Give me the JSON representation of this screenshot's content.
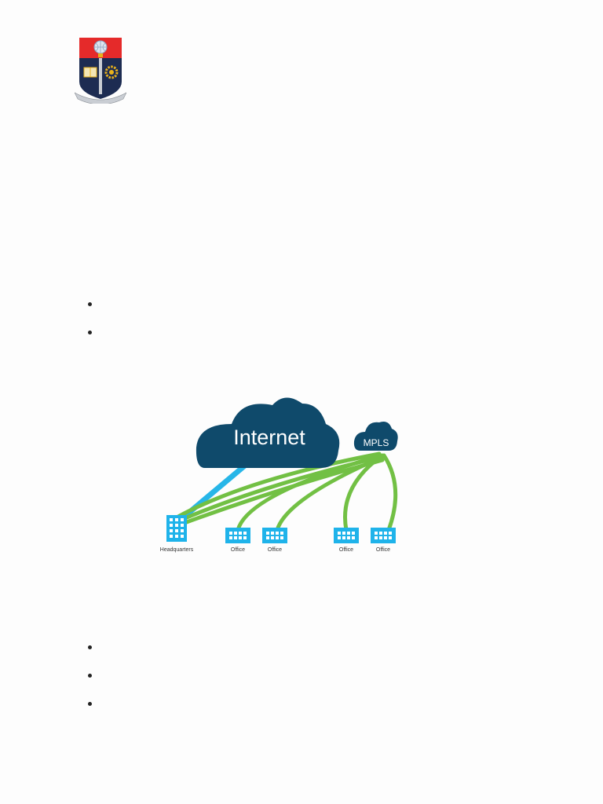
{
  "document": {
    "crest": {
      "ribbon_text": "",
      "colors": {
        "red": "#e52a2a",
        "navy": "#1d2c52",
        "gold": "#e9b21c",
        "silver": "#c9cdd3"
      }
    },
    "top_bullets": [
      "",
      ""
    ],
    "bottom_bullets": [
      "",
      "",
      ""
    ]
  },
  "diagram": {
    "internet_label": "Internet",
    "mpls_label": "MPLS",
    "sites": [
      {
        "label": "Headquarters",
        "type": "building"
      },
      {
        "label": "Office",
        "type": "office"
      },
      {
        "label": "Office",
        "type": "office"
      },
      {
        "label": "Office",
        "type": "office"
      },
      {
        "label": "Office",
        "type": "office"
      }
    ],
    "colors": {
      "cloud": "#0f4a6b",
      "internet_link": "#27b6e8",
      "mpls_link": "#72c044",
      "site_icon": "#1fb3ea"
    }
  }
}
